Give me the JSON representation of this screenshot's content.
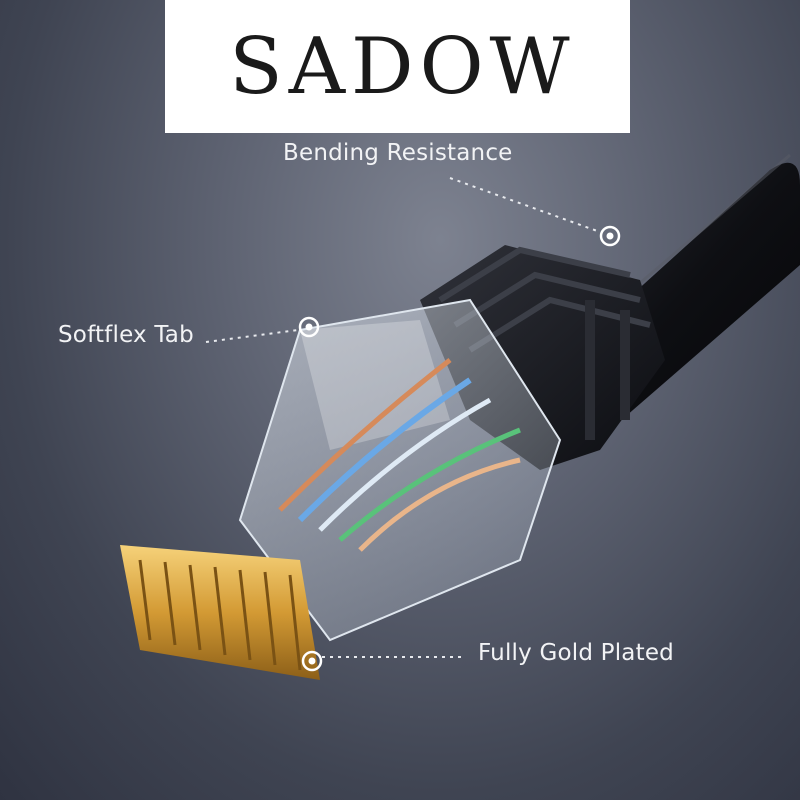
{
  "brand": {
    "logo_text": "SADOW"
  },
  "callouts": {
    "bending": "Bending Resistance",
    "softflex": "Softflex Tab",
    "gold": "Fully Gold Plated"
  },
  "colors": {
    "background": "#4a4f5d",
    "cable": "#111216",
    "gold": "#d9a640",
    "callout_text": "#f2f3f5"
  }
}
